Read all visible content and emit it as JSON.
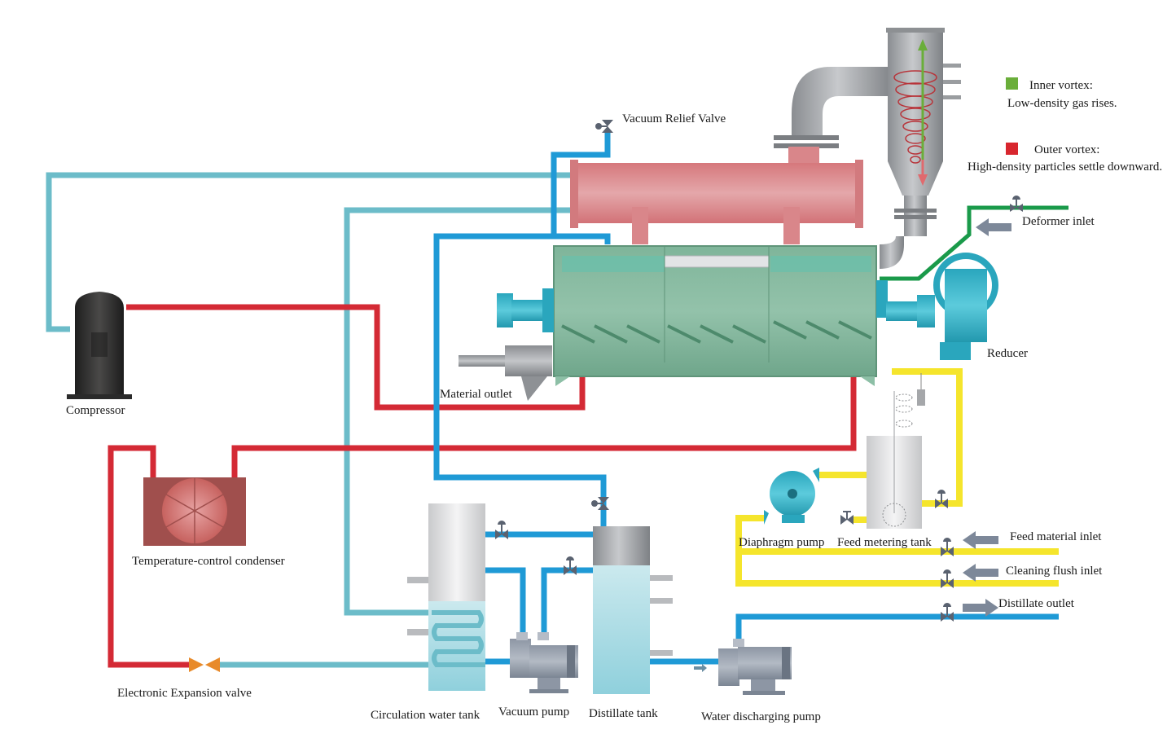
{
  "title": "Vacuum rake drying / solvent recovery process flow diagram",
  "colors": {
    "refrigerant_hot": "#d42a35",
    "refrigerant_cold": "#6cbcc9",
    "vacuum_water": "#1f9ad6",
    "feed_line": "#f5e52c",
    "defoamer_line": "#1a9a4a",
    "condenser_shell": "#de8a8e",
    "dryer_body": "#85b89e",
    "inner_vortex": "#6aae3a",
    "outer_vortex": "#d8262e"
  },
  "legend": {
    "inner_vortex": {
      "title": "Inner vortex:",
      "desc": "Low-density gas rises."
    },
    "outer_vortex": {
      "title": "Outer vortex:",
      "desc": "High-density particles settle downward."
    }
  },
  "labels": {
    "vacuum_relief_valve": "Vacuum Relief Valve",
    "defoamer_inlet": "Deformer inlet",
    "reducer": "Reducer",
    "compressor": "Compressor",
    "material_outlet": "Material outlet",
    "temperature_control_condenser": "Temperature-control condenser",
    "electronic_expansion_valve": "Electronic Expansion valve",
    "circulation_water_tank": "Circulation water tank",
    "vacuum_pump": "Vacuum pump",
    "distillate_tank": "Distillate tank",
    "water_discharging_pump": "Water discharging pump",
    "diaphragm_pump": "Diaphragm pump",
    "feed_metering_tank": "Feed metering tank",
    "feed_material_inlet": "Feed material inlet",
    "cleaning_flush_inlet": "Cleaning flush inlet",
    "distillate_outlet": "Distillate outlet"
  }
}
